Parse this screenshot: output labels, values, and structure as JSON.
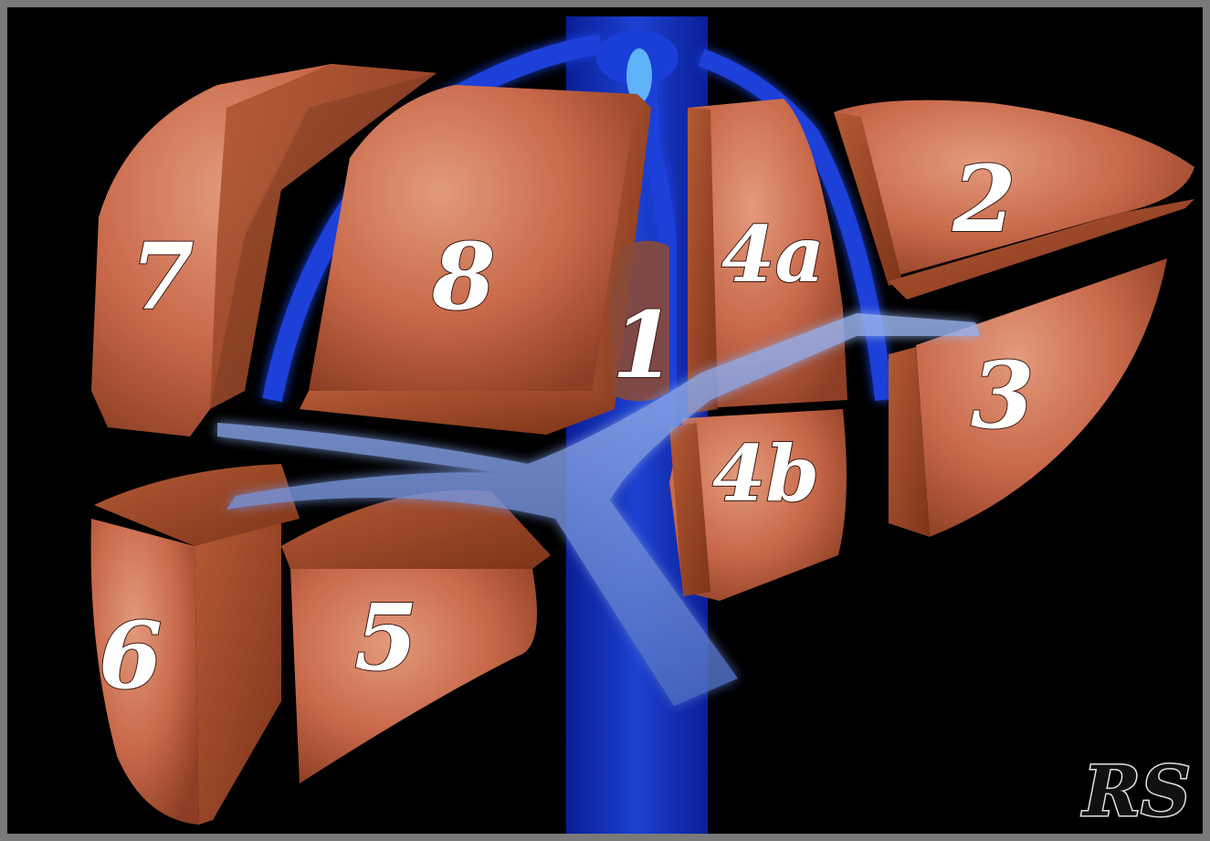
{
  "segments": {
    "s1": "1",
    "s2": "2",
    "s3": "3",
    "s4a": "4a",
    "s4b": "4b",
    "s5": "5",
    "s6": "6",
    "s7": "7",
    "s8": "8"
  },
  "signature": "RS",
  "colors": {
    "background": "#000000",
    "frame": "#7a7a7a",
    "liver_surface": "#c8684a",
    "liver_cut": "#9a4528",
    "vessel": "#1a3fd8",
    "portal_vein": "#6f8fd8"
  }
}
